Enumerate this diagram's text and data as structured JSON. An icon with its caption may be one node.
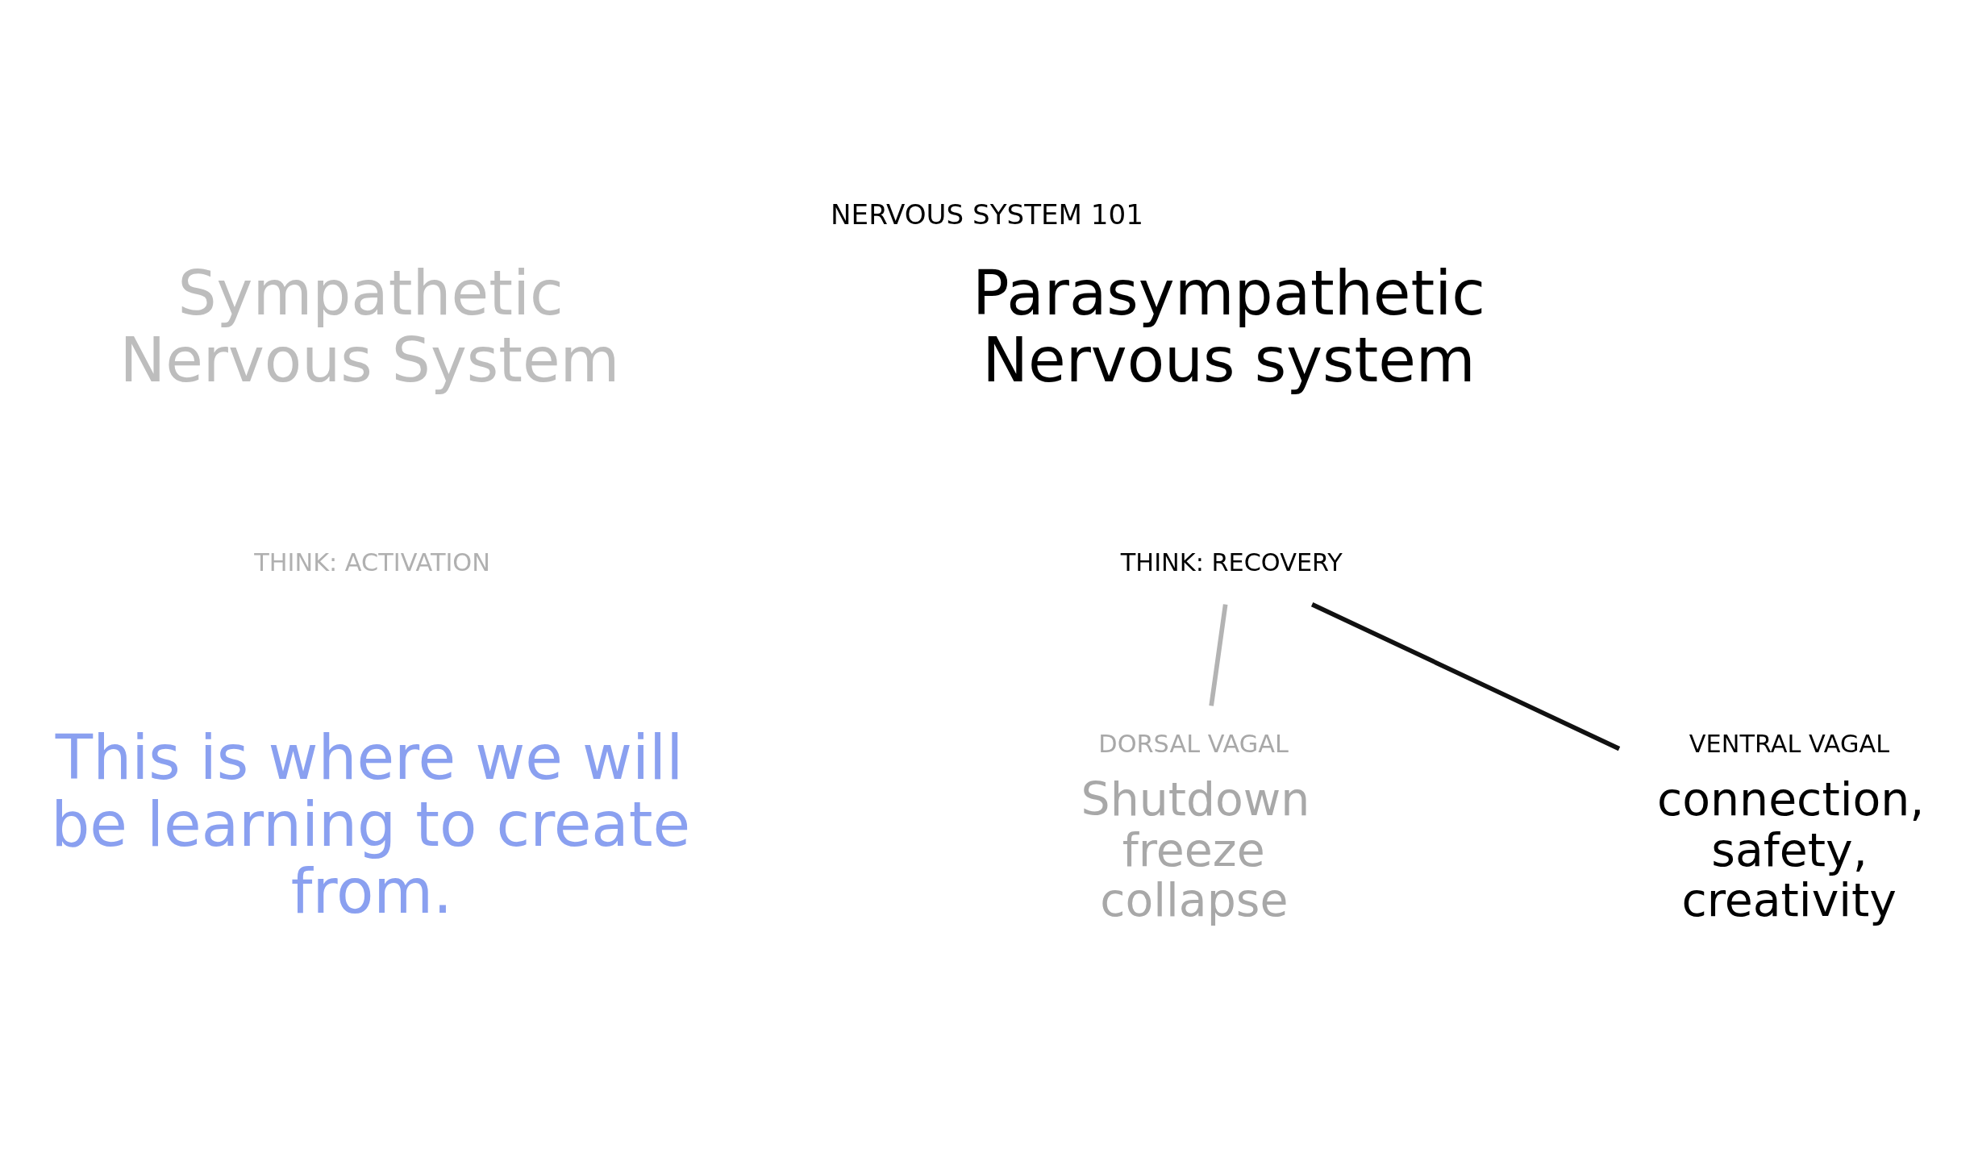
{
  "diagram": {
    "title": "NERVOUS SYSTEM 101",
    "nodes": [
      {
        "text": [
          "Sympathetic Nervous System"
        ]
      },
      {
        "text": [
          "THINK: ACTIVATION"
        ]
      },
      {
        "text": [
          "This is where we will be learning to create from."
        ]
      },
      {
        "text": [
          "Parasympathetic Nervous system"
        ]
      },
      {
        "text": [
          "THINK: RECOVERY"
        ]
      },
      {
        "text": [
          "DORSAL VAGAL",
          "Shutdown freeze collapse"
        ]
      },
      {
        "text": [
          "VENTRAL VAGAL",
          "connection, safety, creativity"
        ]
      }
    ],
    "edges": [
      {
        "from": 4,
        "to": 5,
        "arrow": "none",
        "color": "#b3b3b3"
      },
      {
        "from": 4,
        "to": 6,
        "arrow": "none",
        "color": "#111111"
      }
    ]
  }
}
